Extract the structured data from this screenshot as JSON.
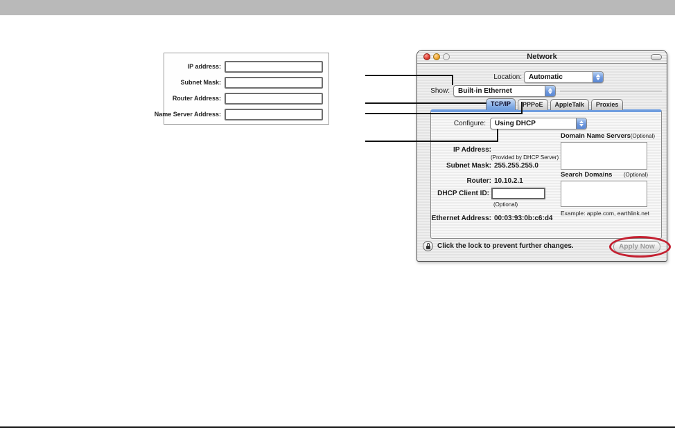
{
  "form_panel": {
    "fields": [
      {
        "label": "IP address:",
        "value": ""
      },
      {
        "label": "Subnet Mask:",
        "value": ""
      },
      {
        "label": "Router Address:",
        "value": ""
      },
      {
        "label": "Name Server Address:",
        "value": ""
      }
    ]
  },
  "network_window": {
    "title": "Network",
    "location": {
      "label": "Location:",
      "value": "Automatic"
    },
    "show": {
      "label": "Show:",
      "value": "Built-in Ethernet"
    },
    "tabs": [
      {
        "label": "TCP/IP"
      },
      {
        "label": "PPPoE"
      },
      {
        "label": "AppleTalk"
      },
      {
        "label": "Proxies"
      }
    ],
    "configure": {
      "label": "Configure:",
      "value": "Using DHCP"
    },
    "fields": {
      "ip_address_label": "IP Address:",
      "ip_address_note": "(Provided by DHCP Server)",
      "subnet_mask_label": "Subnet Mask:",
      "subnet_mask_value": "255.255.255.0",
      "router_label": "Router:",
      "router_value": "10.10.2.1",
      "dhcp_client_id_label": "DHCP Client ID:",
      "dhcp_client_id_value": "",
      "dhcp_client_id_note": "(Optional)",
      "ethernet_address_label": "Ethernet Address:",
      "ethernet_address_value": "00:03:93:0b:c6:d4",
      "dns_label": "Domain Name Servers",
      "dns_optional": "(Optional)",
      "search_domains_label": "Search Domains",
      "search_domains_optional": "(Optional)",
      "search_domains_example": "Example: apple.com, earthlink.net"
    },
    "footer": {
      "lock_text": "Click the lock to prevent further changes.",
      "apply_button": "Apply Now"
    },
    "colors": {
      "accent_blue": "#6f9ddf",
      "highlight_red": "#c41f30",
      "top_bar_gray": "#b9b9b9"
    }
  }
}
